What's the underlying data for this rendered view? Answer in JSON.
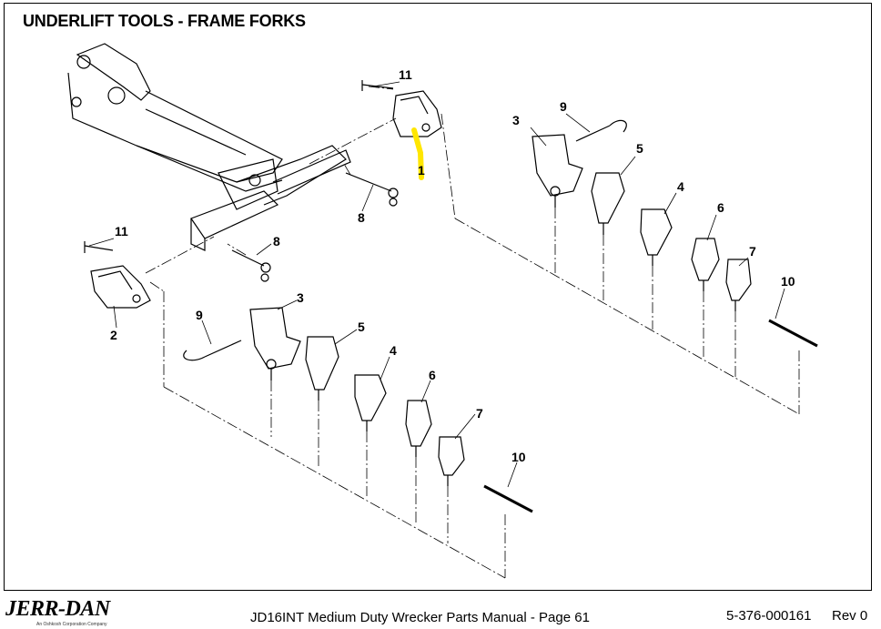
{
  "page": {
    "title": "UNDERLIFT TOOLS - FRAME FORKS"
  },
  "callouts": {
    "c1": "1",
    "c2": "2",
    "c3a": "3",
    "c3b": "3",
    "c4a": "4",
    "c4b": "4",
    "c5a": "5",
    "c5b": "5",
    "c6a": "6",
    "c6b": "6",
    "c7a": "7",
    "c7b": "7",
    "c8a": "8",
    "c8b": "8",
    "c9a": "9",
    "c9b": "9",
    "c10a": "10",
    "c10b": "10",
    "c11a": "11",
    "c11b": "11"
  },
  "highlight": {
    "item": "1",
    "color": "#FFE600"
  },
  "footer": {
    "logo": "JERR-DAN",
    "logo_sub": "An Oshkosh Corporation Company",
    "manual": "JD16INT Medium Duty Wrecker Parts Manual  -  Page 61",
    "part_number": "5-376-000161",
    "revision": "Rev 0"
  }
}
